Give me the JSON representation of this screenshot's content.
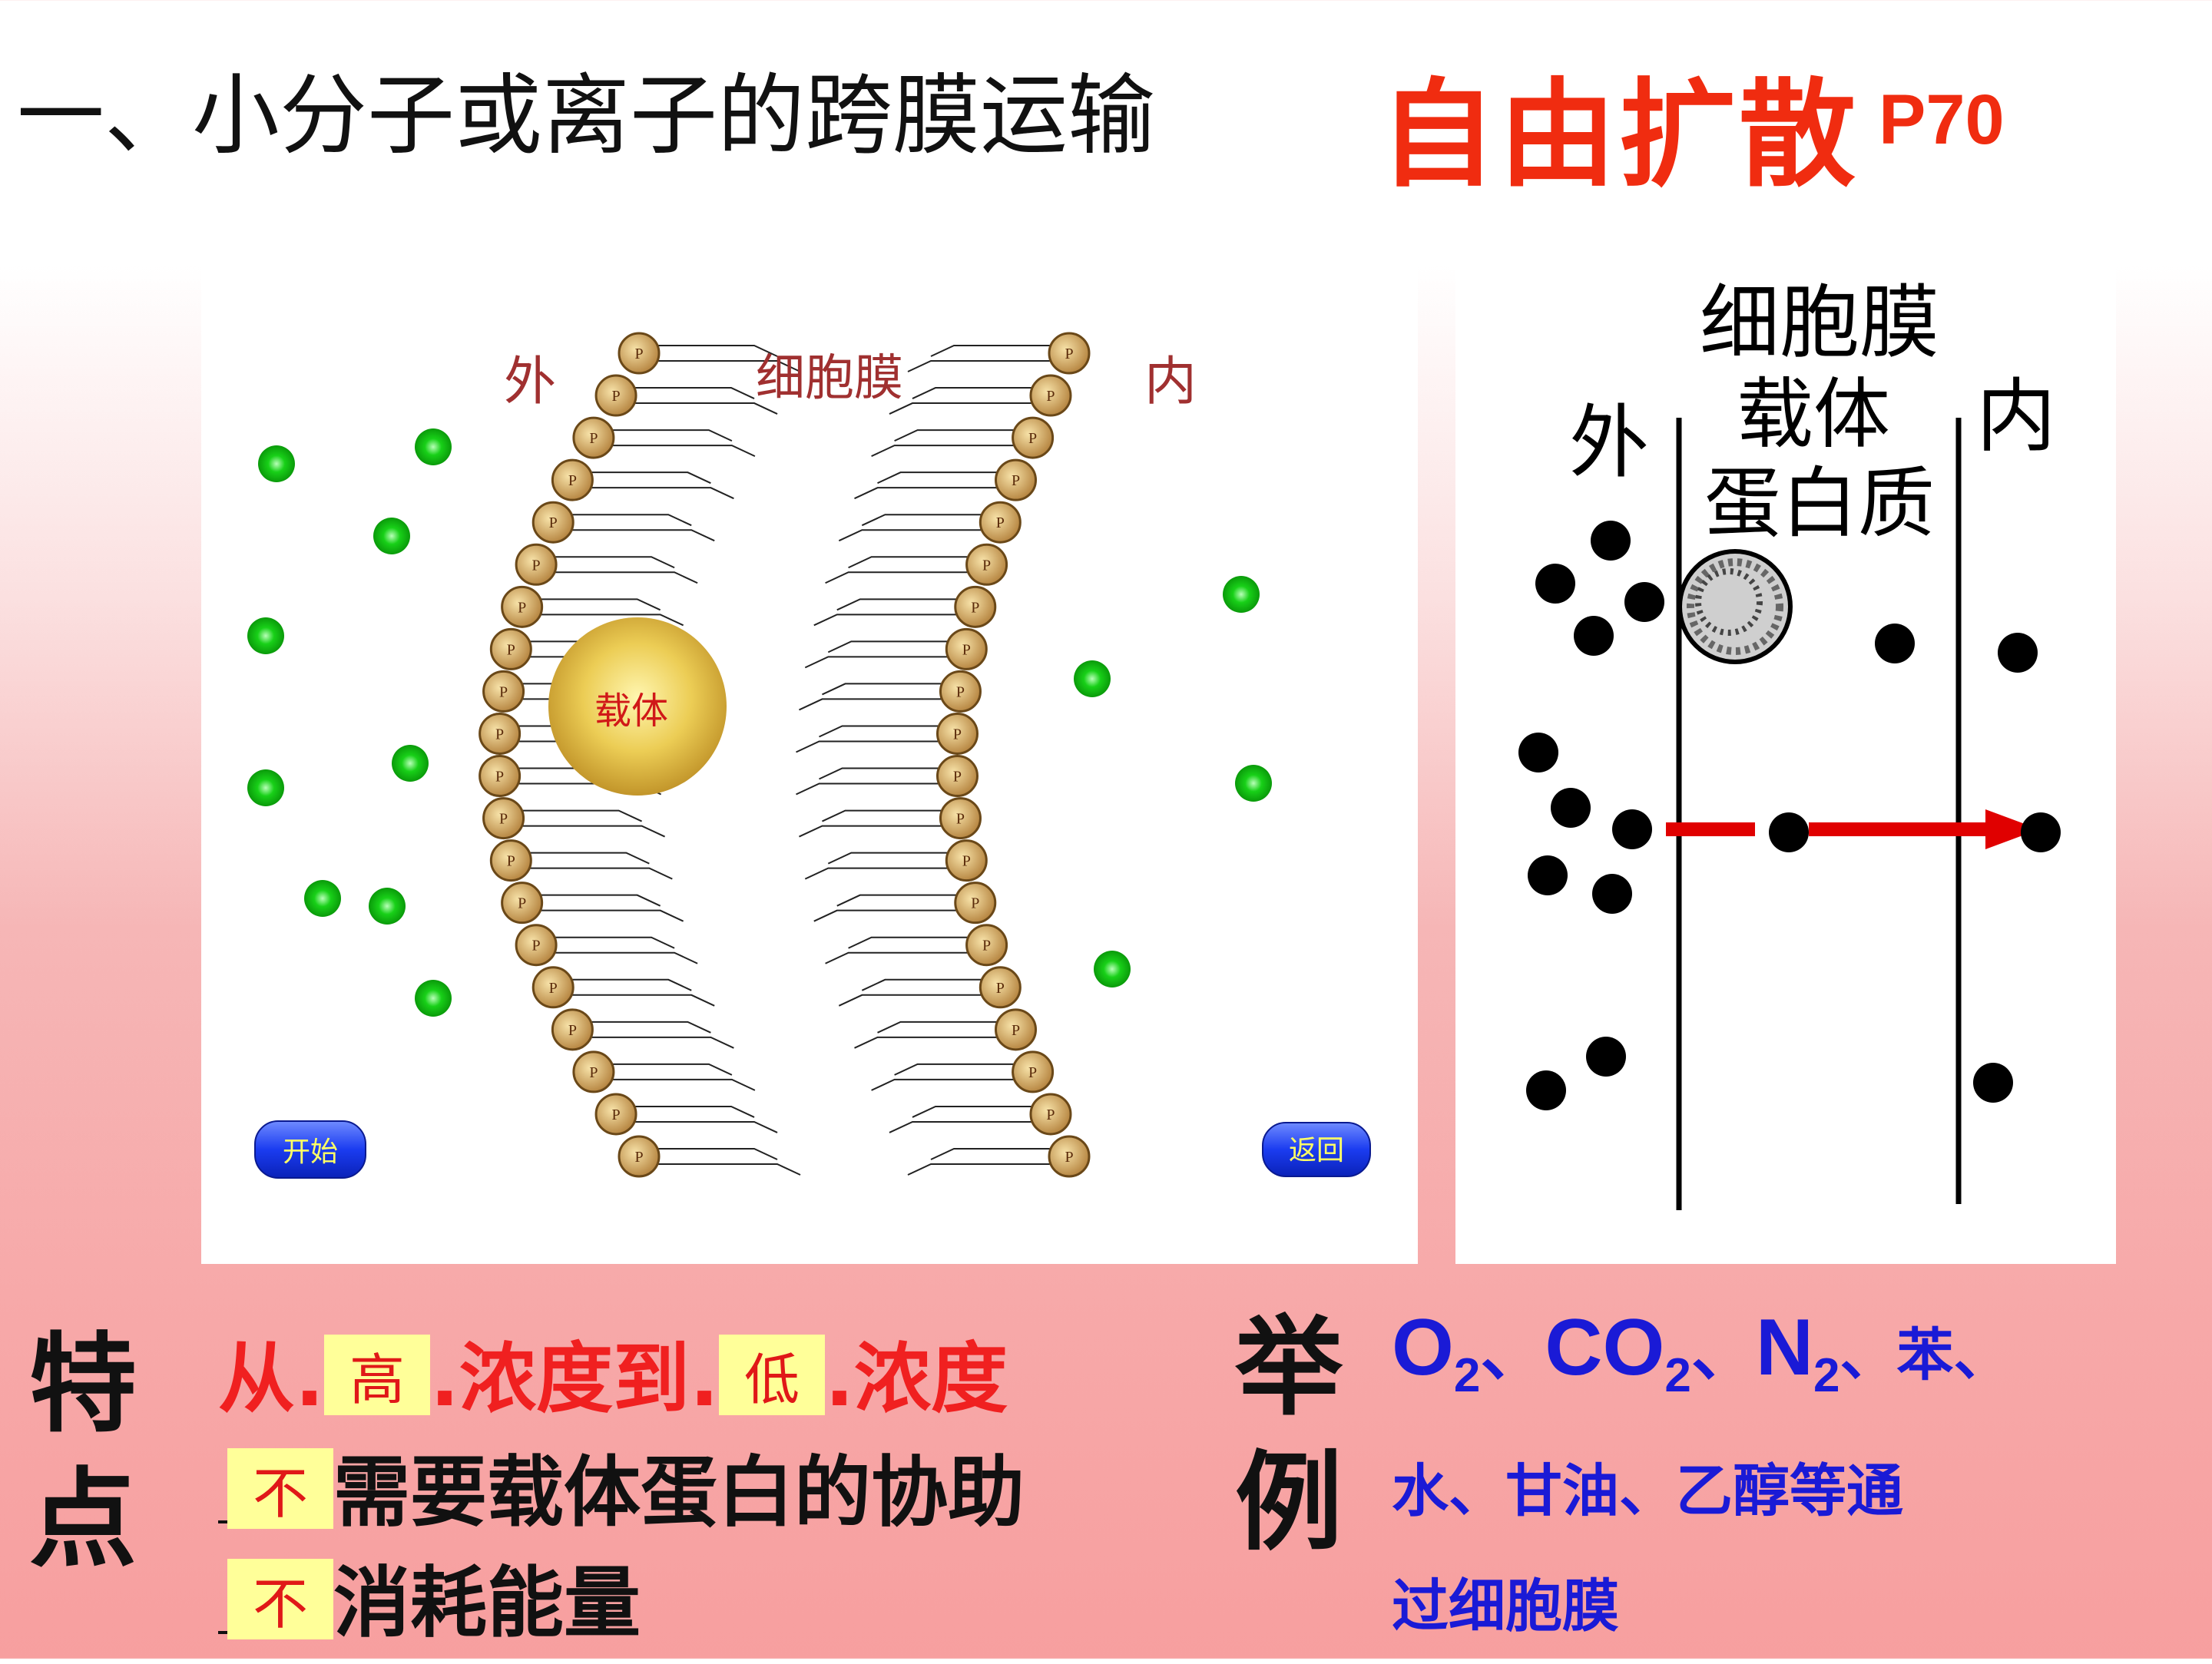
{
  "header": {
    "main_title": "一、小分子或离子的跨膜运输",
    "topic_title": "自由扩散",
    "page_ref": "P70"
  },
  "left_diagram": {
    "outside_label": "外",
    "membrane_label": "细胞膜",
    "inside_label": "内",
    "carrier_label": "载体",
    "phospholipid_head_letter": "P",
    "start_button": "开始",
    "back_button": "返回",
    "colors": {
      "molecule": "#19d619",
      "carrier": "#d4a92a",
      "label": "#a03030",
      "head": "#d8b068",
      "button": "#1f3ff0"
    }
  },
  "right_diagram": {
    "membrane_label": "细胞膜",
    "outside_label": "外",
    "inside_label": "内",
    "carrier_protein_label_1": "载体",
    "carrier_protein_label_2": "蛋白质",
    "colors": {
      "arrow": "#e00000",
      "molecule": "#000000"
    }
  },
  "features": {
    "heading": "特点",
    "line1": {
      "prefix": "从.",
      "blank1": "高",
      "middle": ".浓度到.",
      "blank2": "低",
      "suffix": ".浓度"
    },
    "line2": {
      "blank": "不",
      "text": "需要载体蛋白的协助"
    },
    "line3": {
      "blank": "不",
      "text": "消耗能量"
    }
  },
  "examples": {
    "heading": "举例",
    "o2": "O",
    "o2_sub": "2",
    "sep1": "、",
    "co2": "CO",
    "co2_sub": "2",
    "sep2": "、",
    "n2": "N",
    "n2_sub": "2",
    "sep3": "、苯、",
    "line2": "水、甘油、乙醇等通",
    "line3": "过细胞膜"
  }
}
